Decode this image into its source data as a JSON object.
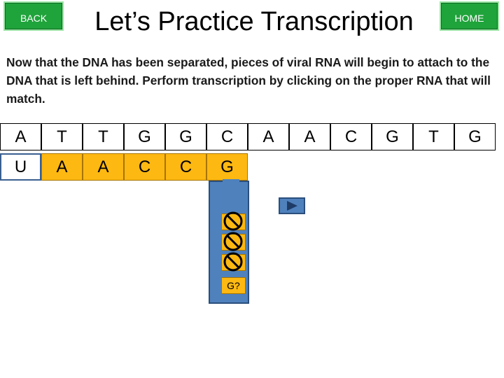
{
  "nav": {
    "back_label": "BACK",
    "home_label": "HOME"
  },
  "title": "Let’s Practice Transcription",
  "instructions": "Now that the DNA has been separated, pieces of viral RNA will begin to attach to the DNA that is left behind. Perform transcription by clicking on the proper RNA that will match.",
  "dna_strand": [
    "A",
    "T",
    "T",
    "G",
    "G",
    "C",
    "A",
    "A",
    "C",
    "G",
    "T",
    "G"
  ],
  "rna_strand": [
    "U",
    "A",
    "A",
    "C",
    "C",
    "G"
  ],
  "selector": {
    "options": [
      "",
      "",
      ""
    ],
    "question_option": "G?"
  },
  "colors": {
    "nav_green": "#1fa33b",
    "rna_orange": "#fdb812",
    "selector_blue": "#4f81bd"
  },
  "icons": {
    "blocked": "no-symbol-icon",
    "next": "play-arrow-icon"
  }
}
